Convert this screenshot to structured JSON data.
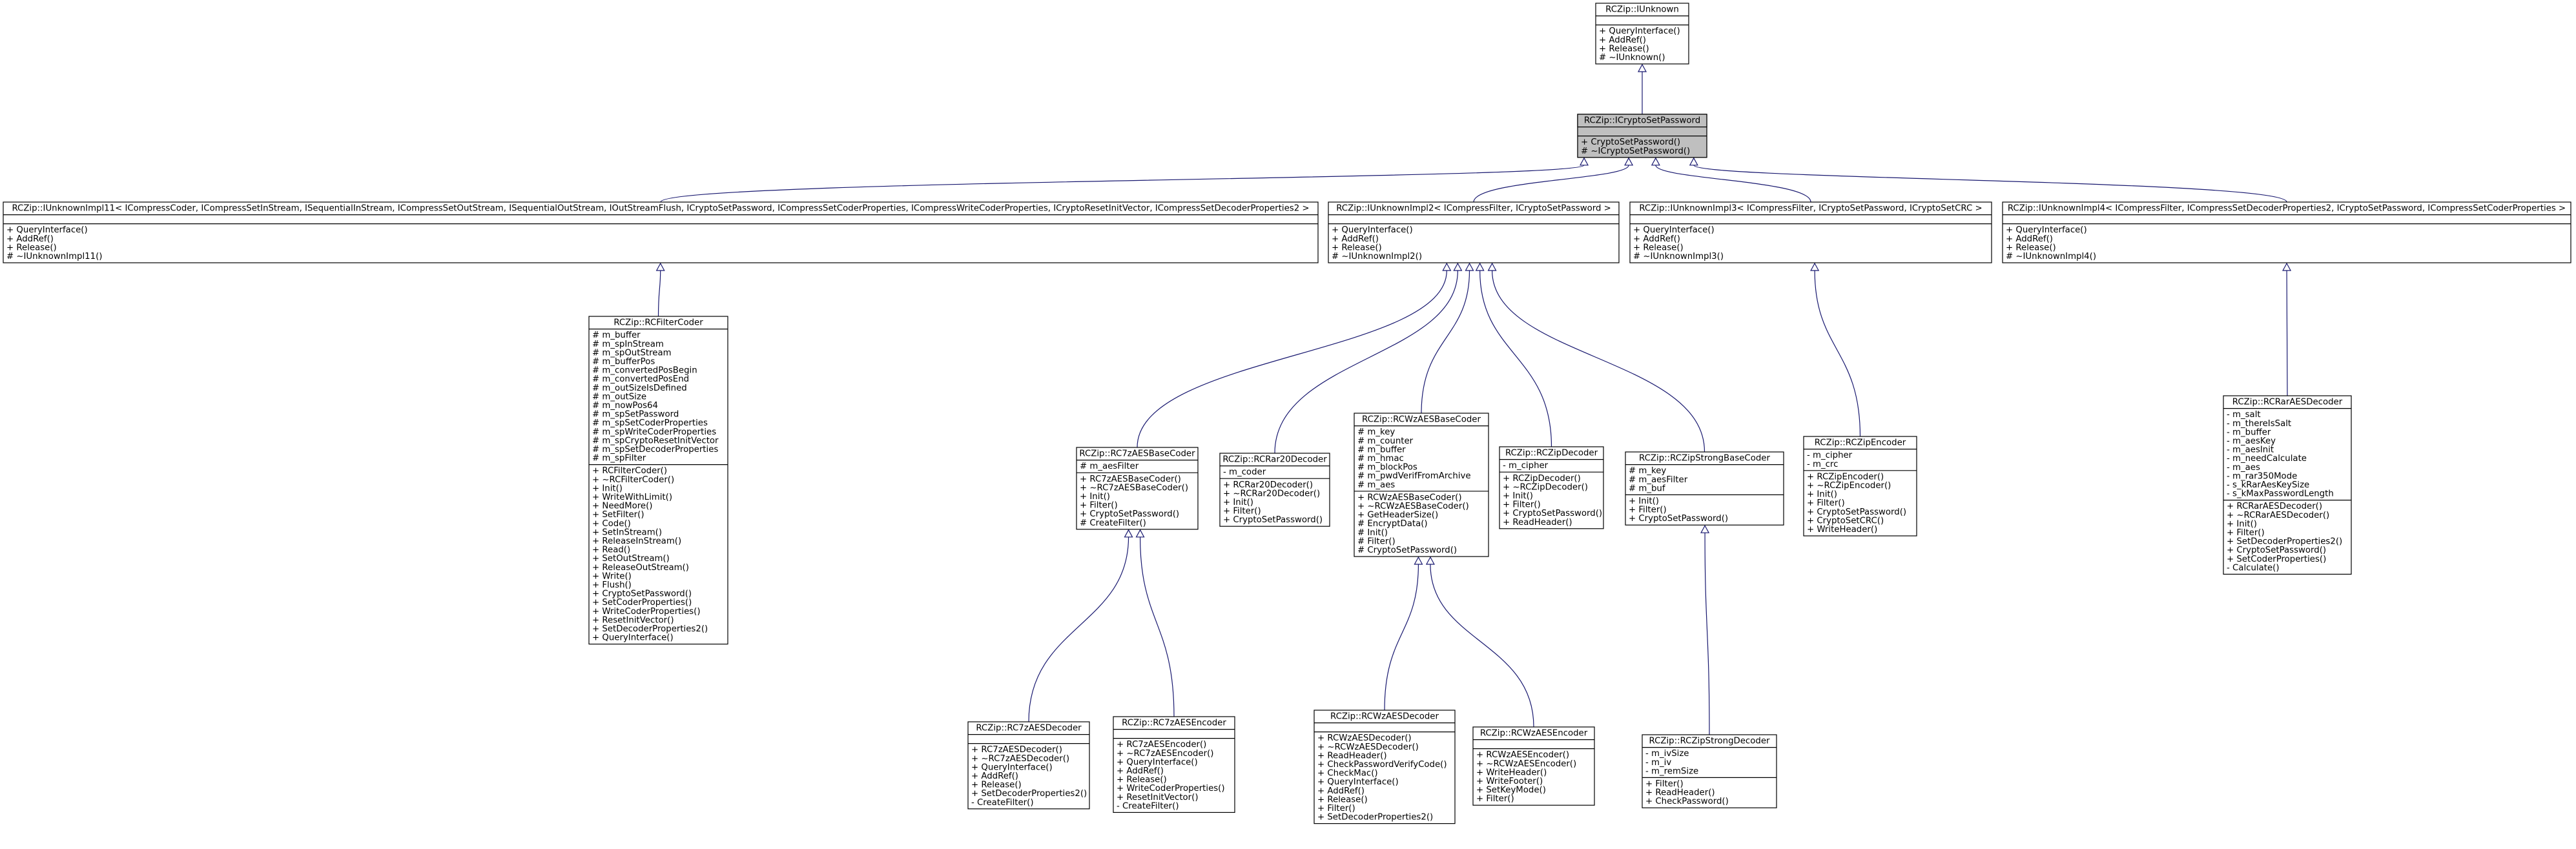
{
  "classes": [
    {
      "id": "iunknown",
      "name": "RCZip::IUnknown",
      "attributes": [],
      "methods": [
        "+ QueryInterface()",
        "+ AddRef()",
        "+ Release()",
        "# ~IUnknown()"
      ]
    },
    {
      "id": "icryptosetpassword",
      "name": "RCZip::ICryptoSetPassword",
      "highlighted": true,
      "attributes": [],
      "methods": [
        "+ CryptoSetPassword()",
        "# ~ICryptoSetPassword()"
      ]
    },
    {
      "id": "iunknownimpl11",
      "name": "RCZip::IUnknownImpl11< ICompressCoder, ICompressSetInStream, ISequentialInStream, ICompressSetOutStream, ISequentialOutStream, IOutStreamFlush, ICryptoSetPassword, ICompressSetCoderProperties, ICompressWriteCoderProperties, ICryptoResetInitVector, ICompressSetDecoderProperties2 >",
      "attributes": [],
      "methods": [
        "+ QueryInterface()",
        "+ AddRef()",
        "+ Release()",
        "# ~IUnknownImpl11()"
      ]
    },
    {
      "id": "iunknownimpl2",
      "name": "RCZip::IUnknownImpl2< ICompressFilter, ICryptoSetPassword >",
      "attributes": [],
      "methods": [
        "+ QueryInterface()",
        "+ AddRef()",
        "+ Release()",
        "# ~IUnknownImpl2()"
      ]
    },
    {
      "id": "iunknownimpl3",
      "name": "RCZip::IUnknownImpl3< ICompressFilter, ICryptoSetPassword, ICryptoSetCRC >",
      "attributes": [],
      "methods": [
        "+ QueryInterface()",
        "+ AddRef()",
        "+ Release()",
        "# ~IUnknownImpl3()"
      ]
    },
    {
      "id": "iunknownimpl4",
      "name": "RCZip::IUnknownImpl4< ICompressFilter, ICompressSetDecoderProperties2, ICryptoSetPassword, ICompressSetCoderProperties >",
      "attributes": [],
      "methods": [
        "+ QueryInterface()",
        "+ AddRef()",
        "+ Release()",
        "# ~IUnknownImpl4()"
      ]
    },
    {
      "id": "rcfiltercoder",
      "name": "RCZip::RCFilterCoder",
      "attributes": [
        "# m_buffer",
        "# m_spInStream",
        "# m_spOutStream",
        "# m_bufferPos",
        "# m_convertedPosBegin",
        "# m_convertedPosEnd",
        "# m_outSizeIsDefined",
        "# m_outSize",
        "# m_nowPos64",
        "# m_spSetPassword",
        "# m_spSetCoderProperties",
        "# m_spWriteCoderProperties",
        "# m_spCryptoResetInitVector",
        "# m_spSetDecoderProperties",
        "# m_spFilter"
      ],
      "methods": [
        "+ RCFilterCoder()",
        "+ ~RCFilterCoder()",
        "+ Init()",
        "+ WriteWithLimit()",
        "+ NeedMore()",
        "+ SetFilter()",
        "+ Code()",
        "+ SetInStream()",
        "+ ReleaseInStream()",
        "+ Read()",
        "+ SetOutStream()",
        "+ ReleaseOutStream()",
        "+ Write()",
        "+ Flush()",
        "+ CryptoSetPassword()",
        "+ SetCoderProperties()",
        "+ WriteCoderProperties()",
        "+ ResetInitVector()",
        "+ SetDecoderProperties2()",
        "+ QueryInterface()"
      ]
    },
    {
      "id": "rc7zaesbasecoder",
      "name": "RCZip::RC7zAESBaseCoder",
      "attributes": [
        "# m_aesFilter"
      ],
      "methods": [
        "+ RC7zAESBaseCoder()",
        "+ ~RC7zAESBaseCoder()",
        "+ Init()",
        "+ Filter()",
        "+ CryptoSetPassword()",
        "# CreateFilter()"
      ]
    },
    {
      "id": "rcrar20decoder",
      "name": "RCZip::RCRar20Decoder",
      "attributes": [
        "- m_coder"
      ],
      "methods": [
        "+ RCRar20Decoder()",
        "+ ~RCRar20Decoder()",
        "+ Init()",
        "+ Filter()",
        "+ CryptoSetPassword()"
      ]
    },
    {
      "id": "rcwzaesbasecoder",
      "name": "RCZip::RCWzAESBaseCoder",
      "attributes": [
        "# m_key",
        "# m_counter",
        "# m_buffer",
        "# m_hmac",
        "# m_blockPos",
        "# m_pwdVerifFromArchive",
        "# m_aes"
      ],
      "methods": [
        "+ RCWzAESBaseCoder()",
        "+ ~RCWzAESBaseCoder()",
        "+ GetHeaderSize()",
        "# EncryptData()",
        "# Init()",
        "# Filter()",
        "# CryptoSetPassword()"
      ]
    },
    {
      "id": "rczipdecoder",
      "name": "RCZip::RCZipDecoder",
      "attributes": [
        "- m_cipher"
      ],
      "methods": [
        "+ RCZipDecoder()",
        "+ ~RCZipDecoder()",
        "+ Init()",
        "+ Filter()",
        "+ CryptoSetPassword()",
        "+ ReadHeader()"
      ]
    },
    {
      "id": "rczipstrongbasecoder",
      "name": "RCZip::RCZipStrongBaseCoder",
      "attributes": [
        "# m_key",
        "# m_aesFilter",
        "# m_buf"
      ],
      "methods": [
        "+ Init()",
        "+ Filter()",
        "+ CryptoSetPassword()"
      ]
    },
    {
      "id": "rczipencoder",
      "name": "RCZip::RCZipEncoder",
      "attributes": [
        "- m_cipher",
        "- m_crc"
      ],
      "methods": [
        "+ RCZipEncoder()",
        "+ ~RCZipEncoder()",
        "+ Init()",
        "+ Filter()",
        "+ CryptoSetPassword()",
        "+ CryptoSetCRC()",
        "+ WriteHeader()"
      ]
    },
    {
      "id": "rcraraesdecoder",
      "name": "RCZip::RCRarAESDecoder",
      "attributes": [
        "- m_salt",
        "- m_thereIsSalt",
        "- m_buffer",
        "- m_aesKey",
        "- m_aesInit",
        "- m_needCalculate",
        "- m_aes",
        "- m_rar350Mode",
        "- s_kRarAesKeySize",
        "- s_kMaxPasswordLength"
      ],
      "methods": [
        "+ RCRarAESDecoder()",
        "+ ~RCRarAESDecoder()",
        "+ Init()",
        "+ Filter()",
        "+ SetDecoderProperties2()",
        "+ CryptoSetPassword()",
        "+ SetCoderProperties()",
        "- Calculate()"
      ]
    },
    {
      "id": "rc7zaesdecoder",
      "name": "RCZip::RC7zAESDecoder",
      "attributes": [],
      "methods": [
        "+ RC7zAESDecoder()",
        "+ ~RC7zAESDecoder()",
        "+ QueryInterface()",
        "+ AddRef()",
        "+ Release()",
        "+ SetDecoderProperties2()",
        "- CreateFilter()"
      ]
    },
    {
      "id": "rc7zaesencoder",
      "name": "RCZip::RC7zAESEncoder",
      "attributes": [],
      "methods": [
        "+ RC7zAESEncoder()",
        "+ ~RC7zAESEncoder()",
        "+ QueryInterface()",
        "+ AddRef()",
        "+ Release()",
        "+ WriteCoderProperties()",
        "+ ResetInitVector()",
        "- CreateFilter()"
      ]
    },
    {
      "id": "rcwzaesdecoder",
      "name": "RCZip::RCWzAESDecoder",
      "attributes": [],
      "methods": [
        "+ RCWzAESDecoder()",
        "+ ~RCWzAESDecoder()",
        "+ ReadHeader()",
        "+ CheckPasswordVerifyCode()",
        "+ CheckMac()",
        "+ QueryInterface()",
        "+ AddRef()",
        "+ Release()",
        "+ Filter()",
        "+ SetDecoderProperties2()"
      ]
    },
    {
      "id": "rcwzaesencoder",
      "name": "RCZip::RCWzAESEncoder",
      "attributes": [],
      "methods": [
        "+ RCWzAESEncoder()",
        "+ ~RCWzAESEncoder()",
        "+ WriteHeader()",
        "+ WriteFooter()",
        "+ SetKeyMode()",
        "+ Filter()"
      ]
    },
    {
      "id": "rczipstrongdecoder",
      "name": "RCZip::RCZipStrongDecoder",
      "attributes": [
        "- m_ivSize",
        "- m_iv",
        "- m_remSize"
      ],
      "methods": [
        "+ Filter()",
        "+ ReadHeader()",
        "+ CheckPassword()"
      ]
    }
  ],
  "inheritance": [
    {
      "child": "icryptosetpassword",
      "parent": "iunknown"
    },
    {
      "child": "iunknownimpl11",
      "parent": "icryptosetpassword"
    },
    {
      "child": "iunknownimpl2",
      "parent": "icryptosetpassword"
    },
    {
      "child": "iunknownimpl3",
      "parent": "icryptosetpassword"
    },
    {
      "child": "iunknownimpl4",
      "parent": "icryptosetpassword"
    },
    {
      "child": "rcfiltercoder",
      "parent": "iunknownimpl11"
    },
    {
      "child": "rc7zaesbasecoder",
      "parent": "iunknownimpl2"
    },
    {
      "child": "rcrar20decoder",
      "parent": "iunknownimpl2"
    },
    {
      "child": "rcwzaesbasecoder",
      "parent": "iunknownimpl2"
    },
    {
      "child": "rczipdecoder",
      "parent": "iunknownimpl2"
    },
    {
      "child": "rczipstrongbasecoder",
      "parent": "iunknownimpl2"
    },
    {
      "child": "rczipencoder",
      "parent": "iunknownimpl3"
    },
    {
      "child": "rcraraesdecoder",
      "parent": "iunknownimpl4"
    },
    {
      "child": "rc7zaesdecoder",
      "parent": "rc7zaesbasecoder"
    },
    {
      "child": "rc7zaesencoder",
      "parent": "rc7zaesbasecoder"
    },
    {
      "child": "rcwzaesdecoder",
      "parent": "rcwzaesbasecoder"
    },
    {
      "child": "rcwzaesencoder",
      "parent": "rcwzaesbasecoder"
    },
    {
      "child": "rczipstrongdecoder",
      "parent": "rczipstrongbasecoder"
    }
  ],
  "colors": {
    "edge": "#191970",
    "highlight": "#bfbfbf",
    "border": "#000000"
  }
}
